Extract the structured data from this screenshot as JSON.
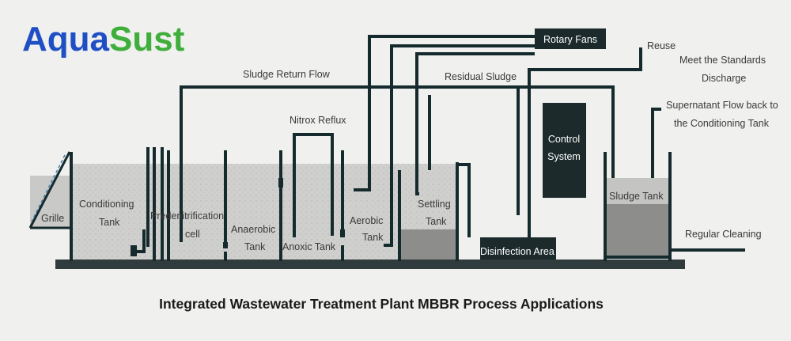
{
  "logo": {
    "part1": "Aqua",
    "part2": "Sust",
    "color1": "#1f4fc4",
    "color2": "#3fae3a"
  },
  "labels": {
    "rotary_fans": "Rotary Fans",
    "reuse": "Reuse",
    "meet_standards_1": "Meet the Standards",
    "meet_standards_2": "Discharge",
    "sludge_return_flow": "Sludge Return Flow",
    "residual_sludge": "Residual Sludge",
    "supernatant_1": "Supernatant Flow back to",
    "supernatant_2": "the Conditioning Tank",
    "nitrox_reflux": "Nitrox Reflux",
    "control_1": "Control",
    "control_2": "System",
    "grille": "Grille",
    "conditioning_1": "Conditioning",
    "conditioning_2": "Tank",
    "predenit_1": "Predenitrification",
    "predenit_2": "cell",
    "anaerobic_1": "Anaerobic",
    "anaerobic_2": "Tank",
    "anoxic": "Anoxic Tank",
    "aerobic_1": "Aerobic",
    "aerobic_2": "Tank",
    "settling_1": "Settling",
    "settling_2": "Tank",
    "sludge_tank": "Sludge Tank",
    "regular_cleaning": "Regular Cleaning",
    "disinfection": "Disinfection Area"
  },
  "caption": "Integrated Wastewater Treatment Plant MBBR Process Applications",
  "colors": {
    "pipe": "#152a2c",
    "water": "#cdcdcb",
    "sludge": "#8d8d8b",
    "dark_box": "#1c2a2c"
  }
}
